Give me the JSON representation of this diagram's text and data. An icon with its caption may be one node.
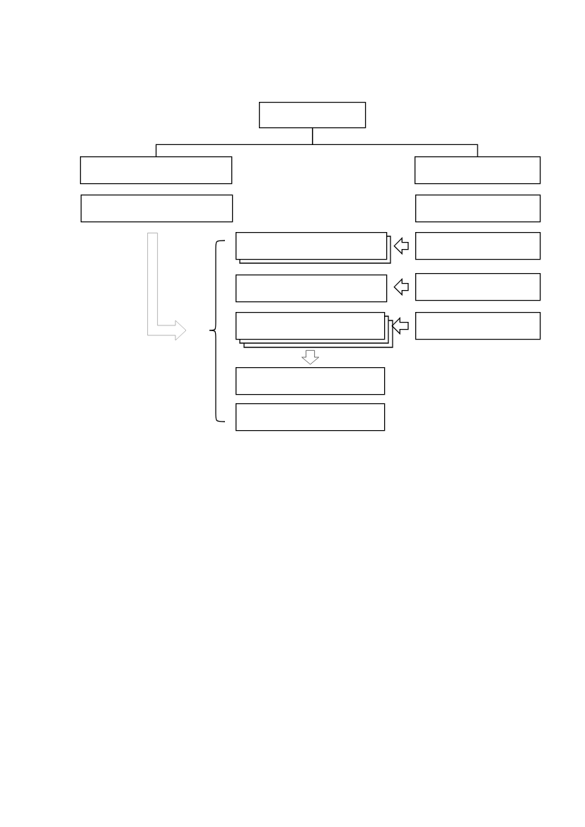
{
  "diagram": {
    "nodes": [
      {
        "text": [],
        "shape": "box"
      },
      {
        "text": [],
        "shape": "box"
      },
      {
        "text": [],
        "shape": "box"
      },
      {
        "text": [],
        "shape": "box"
      },
      {
        "text": [],
        "shape": "box"
      },
      {
        "text": [],
        "shape": "box"
      },
      {
        "text": [],
        "shape": "box"
      },
      {
        "text": [],
        "shape": "box"
      },
      {
        "text": [],
        "shape": "box"
      },
      {
        "text": [],
        "shape": "box"
      },
      {
        "text": [],
        "shape": "box"
      },
      {
        "text": [],
        "shape": "box"
      },
      {
        "text": [],
        "shape": "box"
      }
    ],
    "edges": [
      {
        "from": 0,
        "to": 1,
        "arrow": "none"
      },
      {
        "from": 0,
        "to": 2,
        "arrow": "none"
      },
      {
        "from": 6,
        "to": 5,
        "arrow": "to"
      },
      {
        "from": 8,
        "to": 7,
        "arrow": "to"
      },
      {
        "from": 10,
        "to": 9,
        "arrow": "to"
      },
      {
        "from": 9,
        "to": 11,
        "arrow": "to"
      },
      {
        "from": 3,
        "to": null,
        "arrow": "to",
        "color": "#a0a0a0"
      }
    ]
  }
}
